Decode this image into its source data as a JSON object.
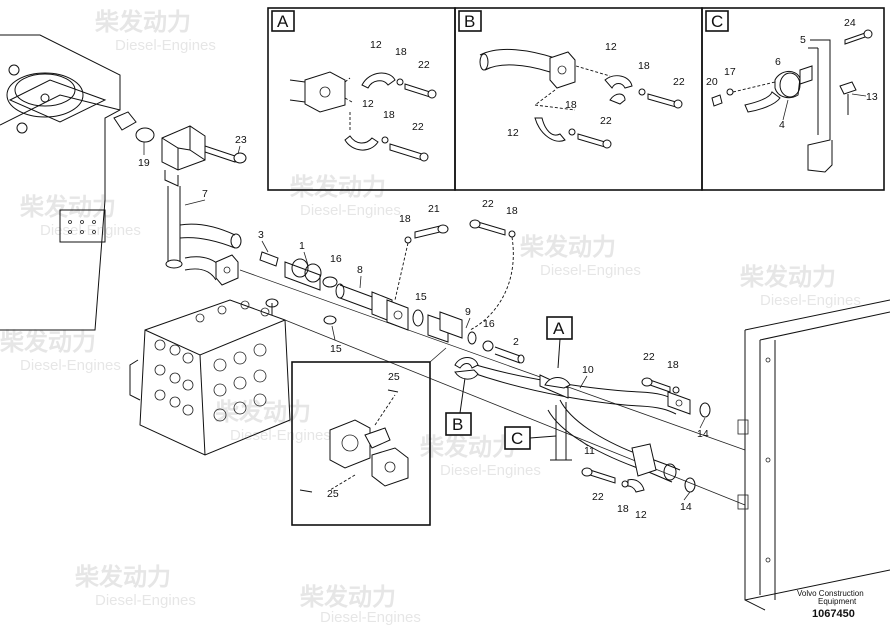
{
  "watermark": {
    "brand": "柴发动力",
    "sub": "Diesel-Engines"
  },
  "detail_tags": {
    "a": "A",
    "b": "B",
    "c": "C"
  },
  "callouts": {
    "n1": "1",
    "n2": "2",
    "n3": "3",
    "n4": "4",
    "n5": "5",
    "n6": "6",
    "n7": "7",
    "n8": "8",
    "n9": "9",
    "n10": "10",
    "n11": "11",
    "n12": "12",
    "n13": "13",
    "n14": "14",
    "n15": "15",
    "n16": "16",
    "n17": "17",
    "n18": "18",
    "n19": "19",
    "n20": "20",
    "n21": "21",
    "n22": "22",
    "n23": "23",
    "n24": "24",
    "n25": "25"
  },
  "footer": {
    "company_line1": "Volvo Construction",
    "company_line2": "Equipment",
    "doc_number": "1067450"
  }
}
